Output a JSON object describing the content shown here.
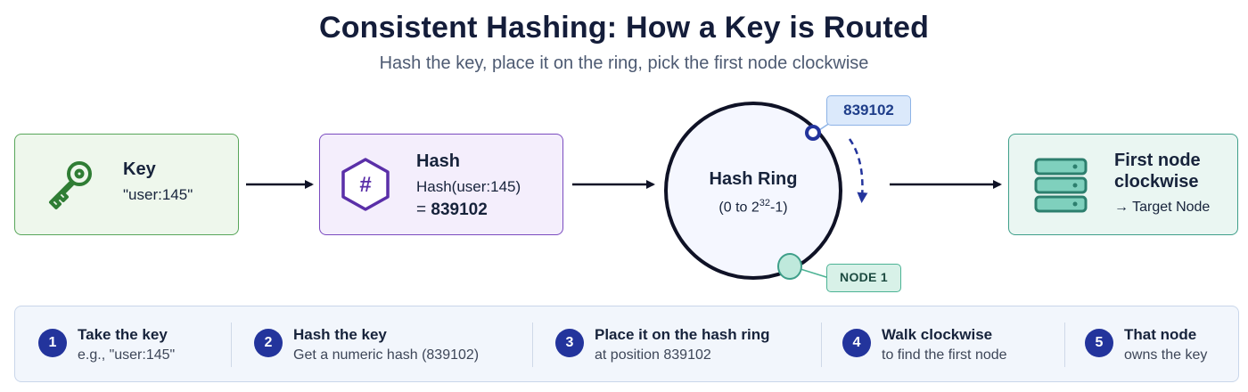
{
  "title": "Consistent Hashing: How a Key is Routed",
  "subtitle": "Hash the key, place it on the ring, pick the first node clockwise",
  "key_box": {
    "label": "Key",
    "value": "\"user:145\"",
    "icon": "key-icon"
  },
  "hash_box": {
    "label": "Hash",
    "line1": "Hash(user:145)",
    "line2_prefix": "= ",
    "line2_value": "839102",
    "icon": "hash-hexagon-icon"
  },
  "ring": {
    "title": "Hash Ring",
    "range_prefix": "(0 to 2",
    "range_exp": "32",
    "range_suffix": "-1)"
  },
  "hash_callout": "839102",
  "node_callout": "NODE 1",
  "target_box": {
    "label_line1": "First node",
    "label_line2": "clockwise",
    "sub": "→ Target Node",
    "icon": "server-stack-icon"
  },
  "steps": [
    {
      "num": "1",
      "title": "Take the key",
      "desc": "e.g., \"user:145\""
    },
    {
      "num": "2",
      "title": "Hash the key",
      "desc": "Get a numeric hash (839102)"
    },
    {
      "num": "3",
      "title": "Place it on the hash ring",
      "desc": "at position 839102"
    },
    {
      "num": "4",
      "title": "Walk clockwise",
      "desc": "to find the first node"
    },
    {
      "num": "5",
      "title": "That node",
      "desc": "owns the key"
    }
  ],
  "colors": {
    "key_accent": "#58a65a",
    "hash_accent": "#7a4bbf",
    "ring_stroke": "#0f1226",
    "ring_fill": "#f5f7ff",
    "key_marker": "#23349c",
    "node_marker": "#bfe9dc",
    "target_accent": "#3f9f8a",
    "step_badge": "#23349c"
  }
}
